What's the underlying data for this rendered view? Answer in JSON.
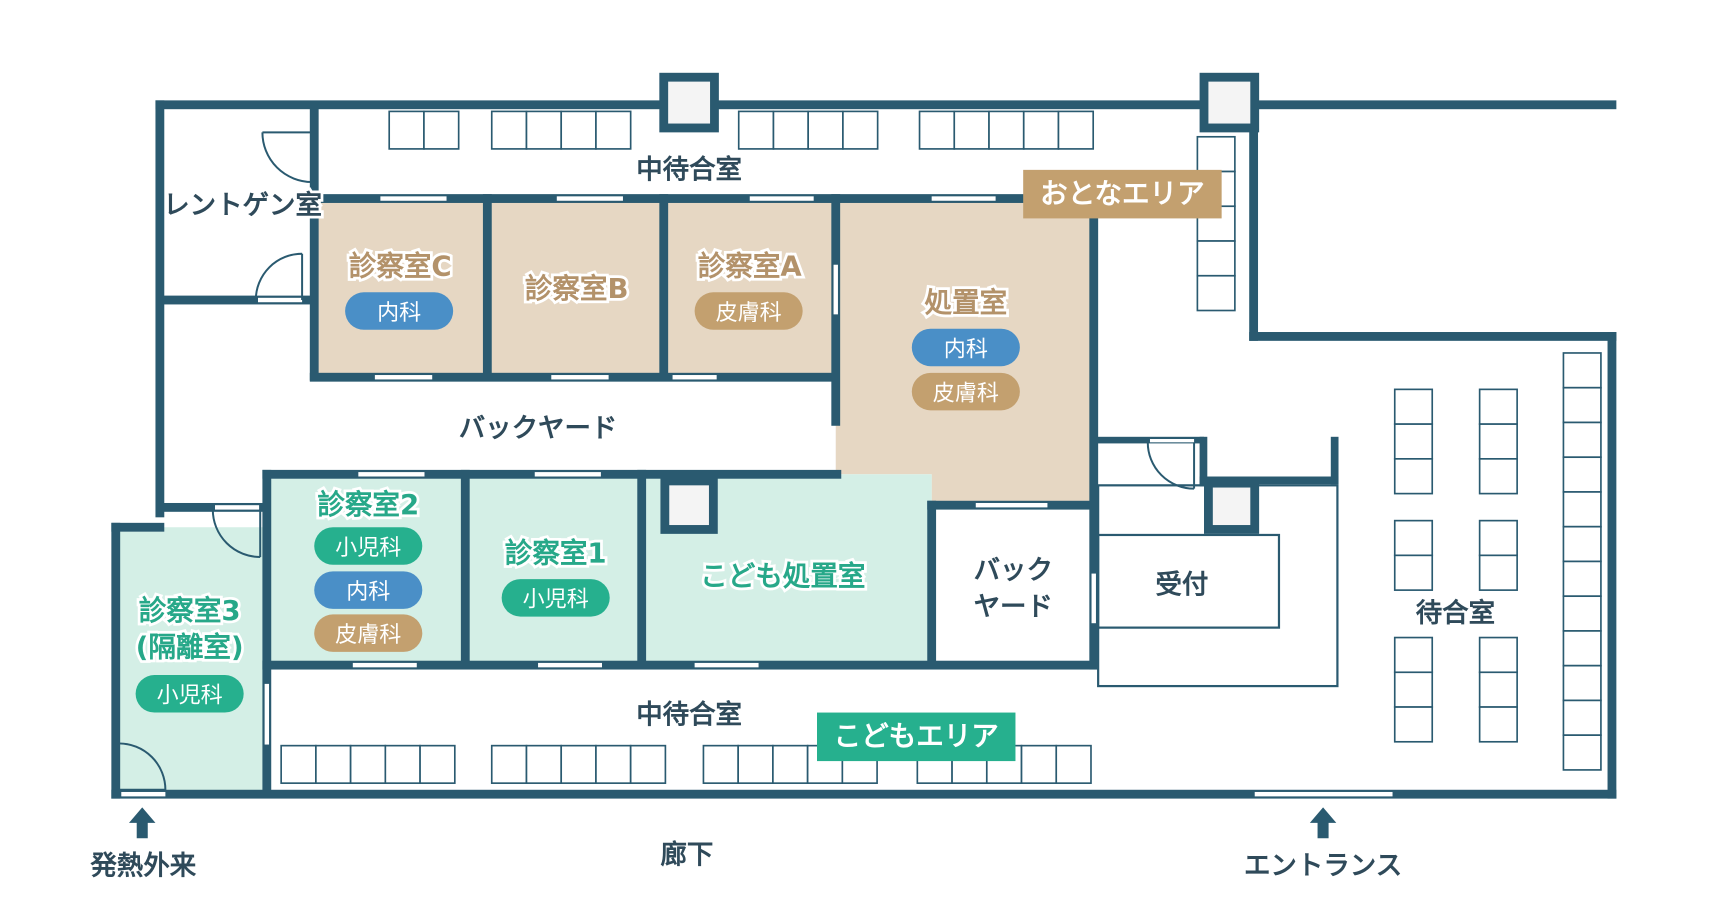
{
  "colors": {
    "wall": "#2a5a70",
    "beige_room": "#e6d7c3",
    "mint_room": "#d4efe6",
    "internal_medicine": "#4a8fc7",
    "dermatology": "#c3a06f",
    "pediatrics": "#26b08e",
    "adult_area": "#c3a06f",
    "kids_area": "#26b08e"
  },
  "rooms": {
    "xray": "レントゲン室",
    "inner_waiting_top": "中待合室",
    "inner_waiting_bottom": "中待合室",
    "exam_c": "診察室C",
    "exam_b": "診察室B",
    "exam_a": "診察室A",
    "treatment": "処置室",
    "backyard": "バックヤード",
    "backyard2_l1": "バック",
    "backyard2_l2": "ヤード",
    "exam_2": "診察室2",
    "exam_1": "診察室1",
    "exam_3_l1": "診察室3",
    "exam_3_l2": "(隔離室)",
    "kids_treatment": "こども処置室",
    "reception": "受付",
    "waiting": "待合室",
    "corridor": "廊下"
  },
  "areas": {
    "adult": "おとなエリア",
    "kids": "こどもエリア"
  },
  "departments": {
    "internal": "内科",
    "derm": "皮膚科",
    "pediatrics": "小児科"
  },
  "entrances": {
    "fever": "発熱外来",
    "main": "エントランス"
  },
  "icons": [
    "arrow-up-icon",
    "door-icon",
    "chair-icon",
    "pillar-icon"
  ]
}
